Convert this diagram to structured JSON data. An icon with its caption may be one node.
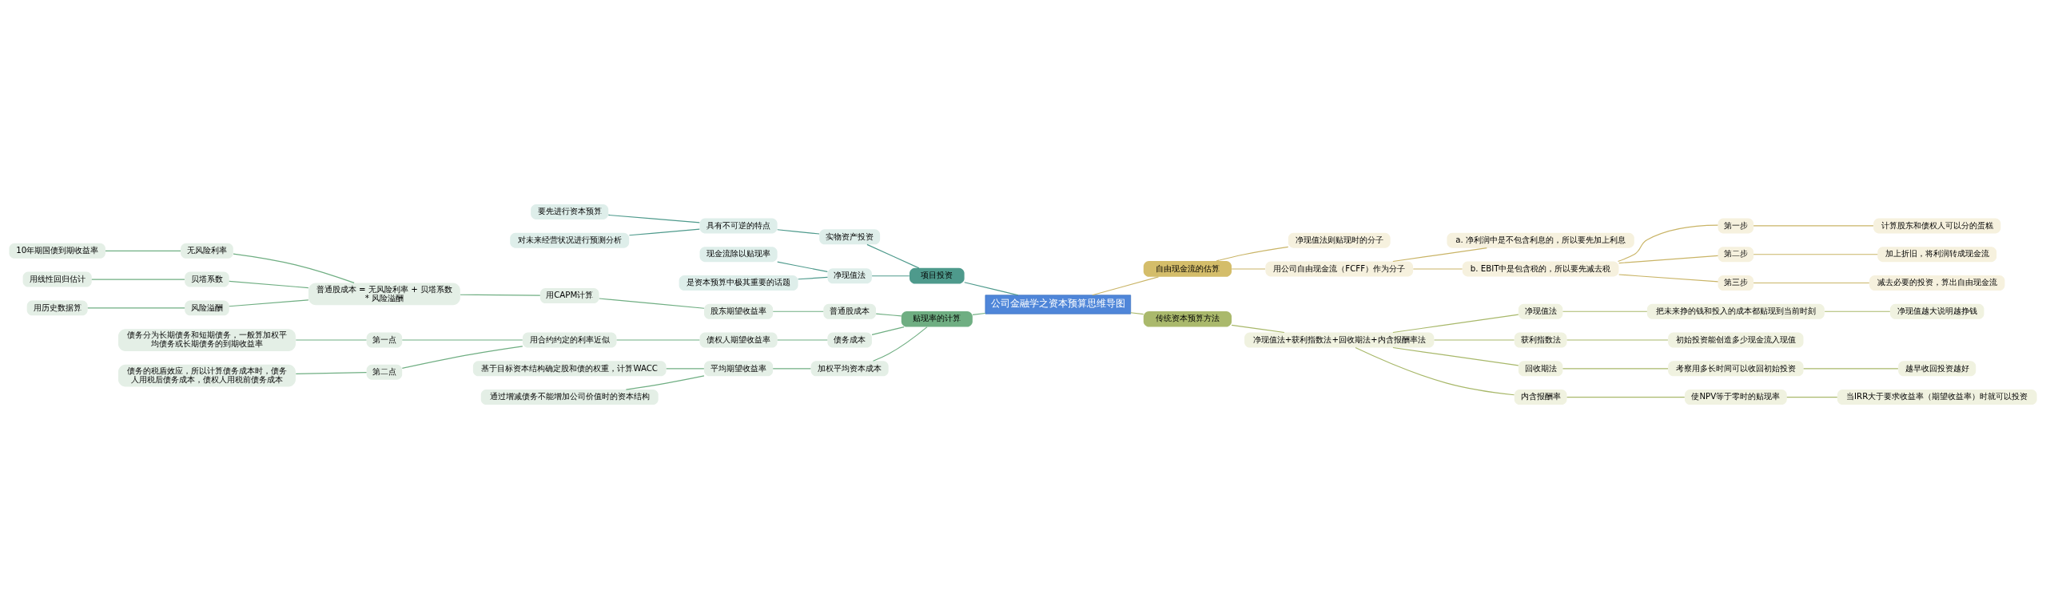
{
  "diagram": {
    "nodes": [
      {
        "text": [
          "公司金融学之资本预算思维导图"
        ]
      },
      {
        "text": [
          "项目投资"
        ]
      },
      {
        "text": [
          "实物资产投资"
        ]
      },
      {
        "text": [
          "具有不可逆的特点"
        ]
      },
      {
        "text": [
          "要先进行资本预算"
        ]
      },
      {
        "text": [
          "对未来经营状况进行预测分析"
        ]
      },
      {
        "text": [
          "净现值法"
        ]
      },
      {
        "text": [
          "现金流除以贴现率"
        ]
      },
      {
        "text": [
          "是资本预算中极其重要的话题"
        ]
      },
      {
        "text": [
          "贴现率的计算"
        ]
      },
      {
        "text": [
          "普通股成本"
        ]
      },
      {
        "text": [
          "股东期望收益率"
        ]
      },
      {
        "text": [
          "用CAPM计算"
        ]
      },
      {
        "text": [
          "普通股成本 = 无风险利率 + 贝塔系数 * 风险溢酬"
        ]
      },
      {
        "text": [
          "无风险利率"
        ]
      },
      {
        "text": [
          "10年期国债到期收益率"
        ]
      },
      {
        "text": [
          "贝塔系数"
        ]
      },
      {
        "text": [
          "用线性回归估计"
        ]
      },
      {
        "text": [
          "风险溢酬"
        ]
      },
      {
        "text": [
          "用历史数据算"
        ]
      },
      {
        "text": [
          "债务成本"
        ]
      },
      {
        "text": [
          "债权人期望收益率"
        ]
      },
      {
        "text": [
          "用合约约定的利率近似"
        ]
      },
      {
        "text": [
          "第一点"
        ]
      },
      {
        "text": [
          "债务分为长期债务和短期债务，一般算加权平均债务或长期债务的到期收益率"
        ]
      },
      {
        "text": [
          "第二点"
        ]
      },
      {
        "text": [
          "债务的税盾效应，所以计算债务成本时，债务人用税后债务成本，债权人用税前债务成本"
        ]
      },
      {
        "text": [
          "加权平均资本成本"
        ]
      },
      {
        "text": [
          "平均期望收益率"
        ]
      },
      {
        "text": [
          "基于目标资本结构确定股和债的权重，计算WACC"
        ]
      },
      {
        "text": [
          "通过增减债务不能增加公司价值时的资本结构"
        ]
      },
      {
        "text": [
          "自由现金流的估算"
        ]
      },
      {
        "text": [
          "净现值法则贴现时的分子"
        ]
      },
      {
        "text": [
          "用公司自由现金流（FCFF）作为分子"
        ]
      },
      {
        "text": [
          "a. 净利润中是不包含利息的，所以要先加上利息"
        ]
      },
      {
        "text": [
          "b. EBIT中是包含税的，所以要先减去税"
        ]
      },
      {
        "text": [
          "第一步"
        ]
      },
      {
        "text": [
          "计算股东和债权人可以分的蛋糕"
        ]
      },
      {
        "text": [
          "第二步"
        ]
      },
      {
        "text": [
          "加上折旧，将利润转成现金流"
        ]
      },
      {
        "text": [
          "第三步"
        ]
      },
      {
        "text": [
          "减去必要的投资，算出自由现金流"
        ]
      },
      {
        "text": [
          "传统资本预算方法"
        ]
      },
      {
        "text": [
          "净现值法+获利指数法+回收期法+内含报酬率法"
        ]
      },
      {
        "text": [
          "净现值法"
        ]
      },
      {
        "text": [
          "把未来挣的钱和投入的成本都贴现到当前时刻"
        ]
      },
      {
        "text": [
          "净现值越大说明越挣钱"
        ]
      },
      {
        "text": [
          "获利指数法"
        ]
      },
      {
        "text": [
          "初始投资能创造多少现金流入现值"
        ]
      },
      {
        "text": [
          "回收期法"
        ]
      },
      {
        "text": [
          "考察用多长时间可以收回初始投资"
        ]
      },
      {
        "text": [
          "越早收回投资越好"
        ]
      },
      {
        "text": [
          "内含报酬率"
        ]
      },
      {
        "text": [
          "使NPV等于零时的贴现率"
        ]
      },
      {
        "text": [
          "当IRR大于要求收益率（期望收益率）时就可以投资"
        ]
      }
    ],
    "edges": [
      {
        "from": 0,
        "to": 1,
        "arrow": "none",
        "color": "#4e9a8c"
      },
      {
        "from": 1,
        "to": 2,
        "arrow": "none",
        "color": "#4e9a8c"
      },
      {
        "from": 2,
        "to": 3,
        "arrow": "none",
        "color": "#4e9a8c"
      },
      {
        "from": 3,
        "to": 4,
        "arrow": "none",
        "color": "#4e9a8c"
      },
      {
        "from": 3,
        "to": 5,
        "arrow": "none",
        "color": "#4e9a8c"
      },
      {
        "from": 1,
        "to": 6,
        "arrow": "none",
        "color": "#4e9a8c"
      },
      {
        "from": 6,
        "to": 7,
        "arrow": "none",
        "color": "#4e9a8c"
      },
      {
        "from": 6,
        "to": 8,
        "arrow": "none",
        "color": "#4e9a8c"
      },
      {
        "from": 0,
        "to": 9,
        "arrow": "none"
      },
      {
        "from": 9,
        "to": 10,
        "arrow": "none"
      },
      {
        "from": 10,
        "to": 11,
        "arrow": "none"
      },
      {
        "from": 11,
        "to": 12,
        "arrow": "none"
      },
      {
        "from": 12,
        "to": 13,
        "arrow": "none"
      },
      {
        "from": 13,
        "to": 14,
        "arrow": "none"
      },
      {
        "from": 14,
        "to": 15,
        "arrow": "none"
      },
      {
        "from": 13,
        "to": 16,
        "arrow": "none"
      },
      {
        "from": 16,
        "to": 17,
        "arrow": "none"
      },
      {
        "from": 13,
        "to": 18,
        "arrow": "none"
      },
      {
        "from": 18,
        "to": 19,
        "arrow": "none"
      },
      {
        "from": 9,
        "to": 20,
        "arrow": "none"
      },
      {
        "from": 20,
        "to": 21,
        "arrow": "none"
      },
      {
        "from": 21,
        "to": 22,
        "arrow": "none"
      },
      {
        "from": 22,
        "to": 23,
        "arrow": "none"
      },
      {
        "from": 23,
        "to": 24,
        "arrow": "none"
      },
      {
        "from": 22,
        "to": 25,
        "arrow": "none"
      },
      {
        "from": 25,
        "to": 26,
        "arrow": "none"
      },
      {
        "from": 9,
        "to": 27,
        "arrow": "none"
      },
      {
        "from": 27,
        "to": 28,
        "arrow": "none"
      },
      {
        "from": 28,
        "to": 29,
        "arrow": "none"
      },
      {
        "from": 28,
        "to": 30,
        "arrow": "none"
      },
      {
        "from": 0,
        "to": 31,
        "arrow": "none",
        "color": "#c9b466"
      },
      {
        "from": 31,
        "to": 32,
        "arrow": "none",
        "color": "#c9b466"
      },
      {
        "from": 31,
        "to": 33,
        "arrow": "none",
        "color": "#c9b466"
      },
      {
        "from": 33,
        "to": 34,
        "arrow": "none",
        "color": "#c9b466"
      },
      {
        "from": 33,
        "to": 35,
        "arrow": "none",
        "color": "#c9b466"
      },
      {
        "from": 35,
        "to": 36,
        "arrow": "none",
        "color": "#c9b466"
      },
      {
        "from": 36,
        "to": 37,
        "arrow": "none",
        "color": "#c9b466"
      },
      {
        "from": 35,
        "to": 38,
        "arrow": "none",
        "color": "#c9b466"
      },
      {
        "from": 38,
        "to": 39,
        "arrow": "none",
        "color": "#c9b466"
      },
      {
        "from": 35,
        "to": 40,
        "arrow": "none",
        "color": "#c9b466"
      },
      {
        "from": 40,
        "to": 41,
        "arrow": "none",
        "color": "#c9b466"
      },
      {
        "from": 0,
        "to": 42,
        "arrow": "none",
        "color": "#a8b86a"
      },
      {
        "from": 42,
        "to": 43,
        "arrow": "none",
        "color": "#a8b86a"
      },
      {
        "from": 43,
        "to": 44,
        "arrow": "none",
        "color": "#a8b86a"
      },
      {
        "from": 44,
        "to": 45,
        "arrow": "none",
        "color": "#a8b86a"
      },
      {
        "from": 45,
        "to": 46,
        "arrow": "none",
        "color": "#a8b86a"
      },
      {
        "from": 43,
        "to": 47,
        "arrow": "none",
        "color": "#a8b86a"
      },
      {
        "from": 47,
        "to": 48,
        "arrow": "none",
        "color": "#a8b86a"
      },
      {
        "from": 43,
        "to": 49,
        "arrow": "none",
        "color": "#a8b86a"
      },
      {
        "from": 49,
        "to": 50,
        "arrow": "none",
        "color": "#a8b86a"
      },
      {
        "from": 50,
        "to": 51,
        "arrow": "none",
        "color": "#a8b86a"
      },
      {
        "from": 43,
        "to": 52,
        "arrow": "none",
        "color": "#a8b86a"
      },
      {
        "from": 52,
        "to": 53,
        "arrow": "none",
        "color": "#a8b86a"
      },
      {
        "from": 53,
        "to": 54,
        "arrow": "none",
        "color": "#a8b86a"
      }
    ]
  }
}
